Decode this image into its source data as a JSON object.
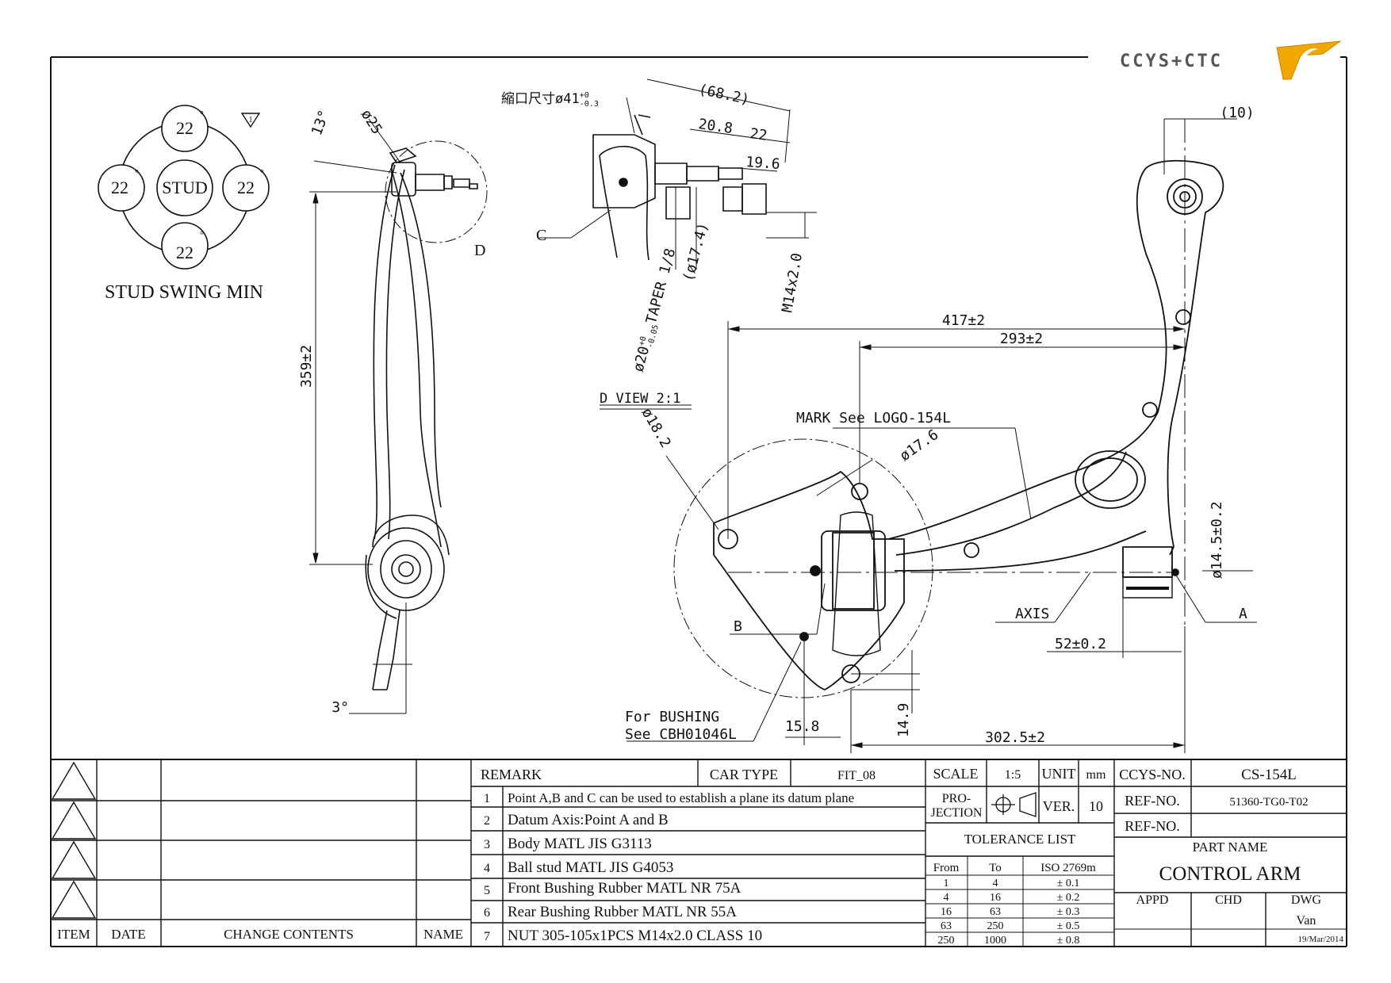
{
  "logo": {
    "text": "CCYS+CTC"
  },
  "swing": {
    "caption": "STUD SWING MIN",
    "center": "STUD",
    "top": "22",
    "left": "22",
    "right": "22",
    "bottom": "22",
    "deg": "°"
  },
  "tri_marker": "1",
  "side_view": {
    "angle_top": "13°",
    "dia": "ø25",
    "height": "359±2",
    "angle_bottom": "3°",
    "detail_label": "D"
  },
  "detail_view": {
    "taper_note": "縮口尺寸ø41",
    "taper_tol_up": "+0",
    "taper_tol_dn": "-0.3",
    "d68": "(68.2)",
    "d208": "20.8",
    "d22": "22",
    "d196": "19.6",
    "taper": "ø20",
    "taper_tol2_up": "+0",
    "taper_tol2_dn": "-0.05",
    "taper_tail": "TAPER 1/8",
    "d174": "(ø17.4)",
    "thread": "M14x2.0",
    "label_c": "C",
    "title": "D VIEW 2:1"
  },
  "main_view": {
    "d10": "(10)",
    "d417": "417±2",
    "d293": "293±2",
    "mark": "MARK See LOGO-154L",
    "d176": "ø17.6",
    "d182": "ø18.2",
    "d145": "ø14.5±0.2",
    "axis": "AXIS",
    "label_a": "A",
    "label_b": "B",
    "d52": "52±0.2",
    "bushing1": "For BUSHING",
    "bushing2": "See CBH01046L",
    "d158": "15.8",
    "d149": "14.9",
    "d3025": "302.5±2"
  },
  "revision": {
    "headers": {
      "item": "ITEM",
      "date": "DATE",
      "change": "CHANGE CONTENTS",
      "name": "NAME"
    }
  },
  "remarks": {
    "header": "REMARK",
    "car_type_label": "CAR TYPE",
    "car_type": "FIT_08",
    "items": [
      {
        "no": "1",
        "text": "Point A,B and C can be used to establish a plane its datum plane"
      },
      {
        "no": "2",
        "text": "Datum Axis:Point A and B"
      },
      {
        "no": "3",
        "text": "Body MATL JIS G3113"
      },
      {
        "no": "4",
        "text": "Ball stud MATL JIS G4053"
      },
      {
        "no": "5",
        "text": "Front Bushing Rubber MATL NR 75A"
      },
      {
        "no": "6",
        "text": "Rear Bushing Rubber MATL NR 55A"
      },
      {
        "no": "7",
        "text": "NUT 305-105x1PCS M14x2.0 CLASS 10"
      }
    ]
  },
  "title_block": {
    "scale_label": "SCALE",
    "scale": "1:5",
    "unit_label": "UNIT",
    "unit": "mm",
    "projection_label_1": "PRO-",
    "projection_label_2": "JECTION",
    "ver_label": "VER.",
    "ver": "10",
    "ccys_no_label": "CCYS-NO.",
    "ccys_no": "CS-154L",
    "ref_no_label": "REF-NO.",
    "ref_no": "51360-TG0-T02",
    "ref_no2_label": "REF-NO.",
    "ref_no2": "",
    "part_name_label": "PART NAME",
    "part_name": "CONTROL ARM",
    "appd": "APPD",
    "chd": "CHD",
    "dwg": "DWG",
    "drawn_by": "Van",
    "date": "19/Mar/2014",
    "tolerance_title": "TOLERANCE LIST",
    "tol_headers": {
      "from": "From",
      "to": "To",
      "std": "ISO 2769m"
    },
    "tolerances": [
      {
        "from": "1",
        "to": "4",
        "tol": "± 0.1"
      },
      {
        "from": "4",
        "to": "16",
        "tol": "± 0.2"
      },
      {
        "from": "16",
        "to": "63",
        "tol": "± 0.3"
      },
      {
        "from": "63",
        "to": "250",
        "tol": "± 0.5"
      },
      {
        "from": "250",
        "to": "1000",
        "tol": "± 0.8"
      }
    ]
  }
}
